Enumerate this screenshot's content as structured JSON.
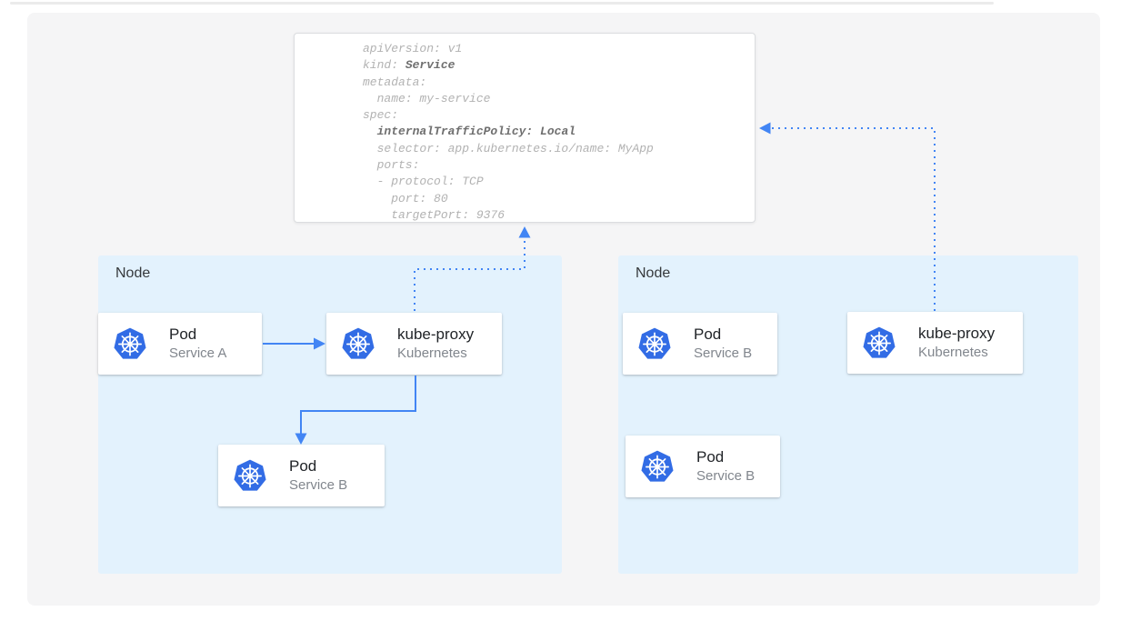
{
  "yaml_card": {
    "lines": [
      [
        {
          "text": "apiVersion: v1",
          "bold": false
        }
      ],
      [
        {
          "text": "kind: ",
          "bold": false
        },
        {
          "text": "Service",
          "bold": true
        }
      ],
      [
        {
          "text": "metadata:",
          "bold": false
        }
      ],
      [
        {
          "text": "  name: my-service",
          "bold": false
        }
      ],
      [
        {
          "text": "spec:",
          "bold": false
        }
      ],
      [
        {
          "text": "  ",
          "bold": false
        },
        {
          "text": "internalTrafficPolicy: Local",
          "bold": true
        }
      ],
      [
        {
          "text": "  selector: app.kubernetes.io/name: MyApp",
          "bold": false
        }
      ],
      [
        {
          "text": "  ports:",
          "bold": false
        }
      ],
      [
        {
          "text": "  - protocol: TCP",
          "bold": false
        }
      ],
      [
        {
          "text": "    port: 80",
          "bold": false
        }
      ],
      [
        {
          "text": "    targetPort: 9376",
          "bold": false
        }
      ]
    ]
  },
  "nodes": [
    {
      "label": "Node",
      "cards": [
        {
          "title": "Pod",
          "subtitle": "Service A",
          "icon": "kubernetes-logo"
        },
        {
          "title": "kube-proxy",
          "subtitle": "Kubernetes",
          "icon": "kubernetes-logo"
        },
        {
          "title": "Pod",
          "subtitle": "Service B",
          "icon": "kubernetes-logo"
        }
      ]
    },
    {
      "label": "Node",
      "cards": [
        {
          "title": "Pod",
          "subtitle": "Service B",
          "icon": "kubernetes-logo"
        },
        {
          "title": "kube-proxy",
          "subtitle": "Kubernetes",
          "icon": "kubernetes-logo"
        },
        {
          "title": "Pod",
          "subtitle": "Service B",
          "icon": "kubernetes-logo"
        }
      ]
    }
  ],
  "colors": {
    "arrow": "#4285f4",
    "kubernetes_logo": "#326ce5",
    "node_background": "#e3f2fd",
    "yaml_text": "#b2b2b2",
    "yaml_bold_text": "#6f6f6f"
  }
}
